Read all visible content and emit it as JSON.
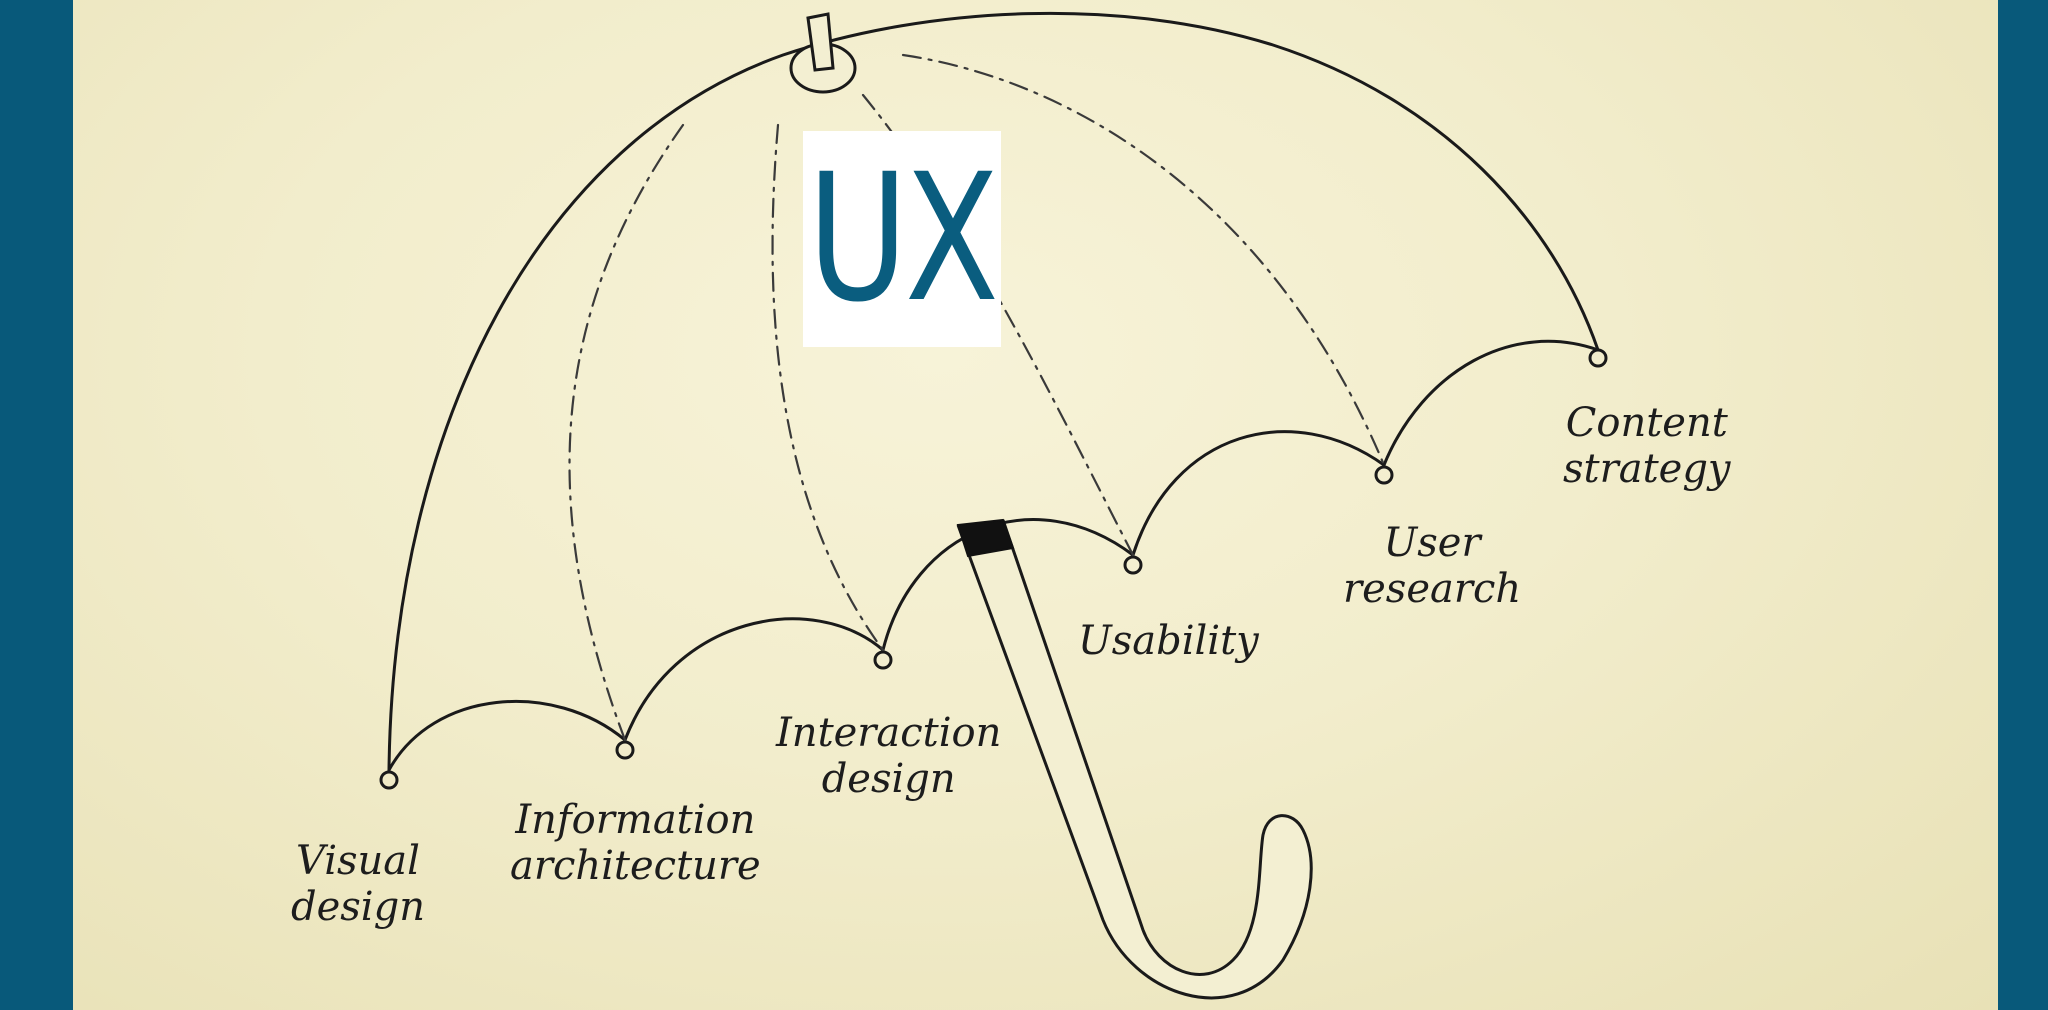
{
  "title": "UX",
  "labels": {
    "visual_design": [
      "Visual",
      "design"
    ],
    "information_architecture": [
      "Information",
      "architecture"
    ],
    "interaction_design": [
      "Interaction",
      "design"
    ],
    "usability": [
      "Usability"
    ],
    "user_research": [
      "User",
      "research"
    ],
    "content_strategy": [
      "Content",
      "strategy"
    ]
  },
  "colors": {
    "border": "#08597a",
    "paper": "#f2edcc",
    "accent_text": "#0a5d7f"
  }
}
